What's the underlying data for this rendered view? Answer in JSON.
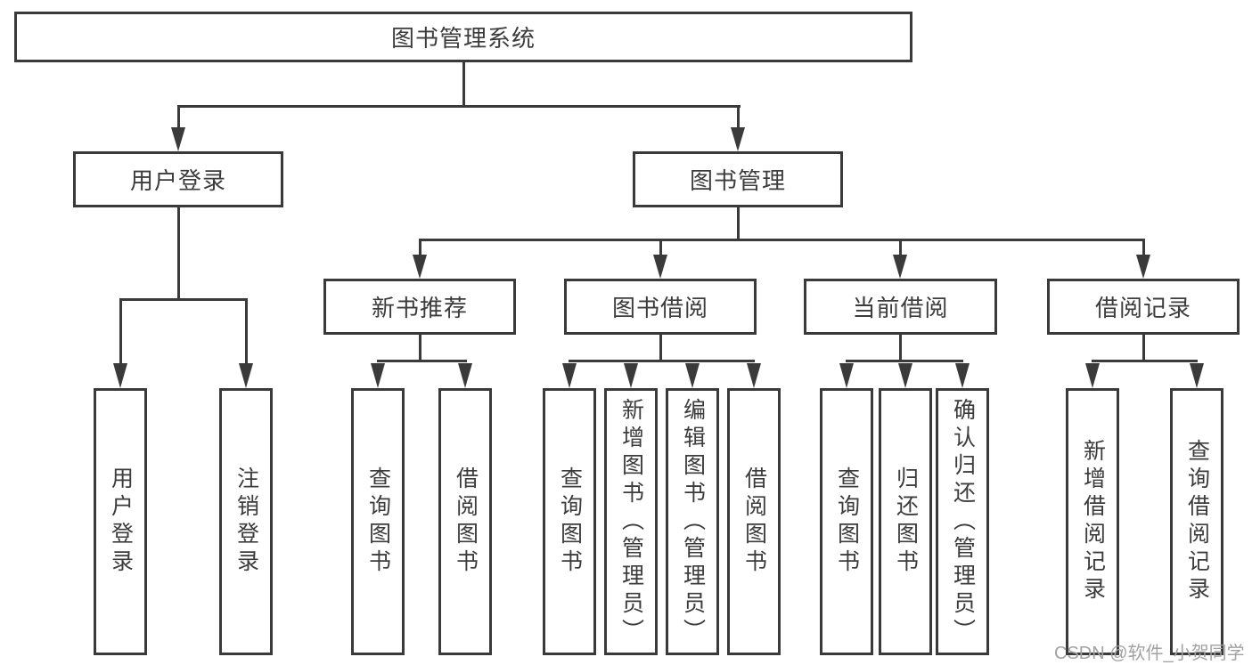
{
  "diagram": {
    "type": "hierarchy-tree",
    "root": {
      "label": "图书管理系统",
      "children": [
        {
          "label": "用户登录",
          "children": [
            {
              "label": "用户登录"
            },
            {
              "label": "注销登录"
            }
          ]
        },
        {
          "label": "图书管理",
          "children": [
            {
              "label": "新书推荐",
              "children": [
                {
                  "label": "查询图书"
                },
                {
                  "label": "借阅图书"
                }
              ]
            },
            {
              "label": "图书借阅",
              "children": [
                {
                  "label": "查询图书"
                },
                {
                  "label": "新增图书（管理员）"
                },
                {
                  "label": "编辑图书（管理员）"
                },
                {
                  "label": "借阅图书"
                }
              ]
            },
            {
              "label": "当前借阅",
              "children": [
                {
                  "label": "查询图书"
                },
                {
                  "label": "归还图书"
                },
                {
                  "label": "确认归还（管理员）"
                }
              ]
            },
            {
              "label": "借阅记录",
              "children": [
                {
                  "label": "新增借阅记录"
                },
                {
                  "label": "查询借阅记录"
                }
              ]
            }
          ]
        }
      ]
    },
    "watermark": "CSDN @软件_小贺同学",
    "colors": {
      "line": "#3a3a3a",
      "text": "#3c3c3c",
      "background": "#ffffff",
      "watermark": "#a2a2a2"
    }
  }
}
